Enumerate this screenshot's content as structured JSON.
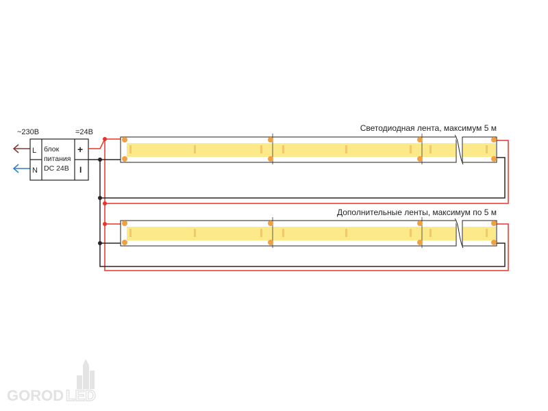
{
  "input": {
    "ac_label": "~230В",
    "dc_label": "=24В"
  },
  "psu": {
    "terminal_l": "L",
    "terminal_n": "N",
    "label_line1": "блок",
    "label_line2": "питания",
    "label_line3": "DC 24В",
    "plus": "+",
    "minus": "I"
  },
  "strip1": {
    "title": "Светодиодная лента, максимум 5 м"
  },
  "strip2": {
    "title": "Дополнительные ленты, максимум по 5 м"
  },
  "logo": {
    "text": "GOROD",
    "suffix": "LED"
  },
  "colors": {
    "wire_positive": "#e8322c",
    "wire_negative": "#2b2424",
    "live_arrow": "#7a3a30",
    "neutral_arrow": "#2f7bc1",
    "strip_fill": "#fce98a",
    "pad": "#f0a040",
    "chip": "#f3c86a",
    "logo": "#e2e2e2"
  }
}
